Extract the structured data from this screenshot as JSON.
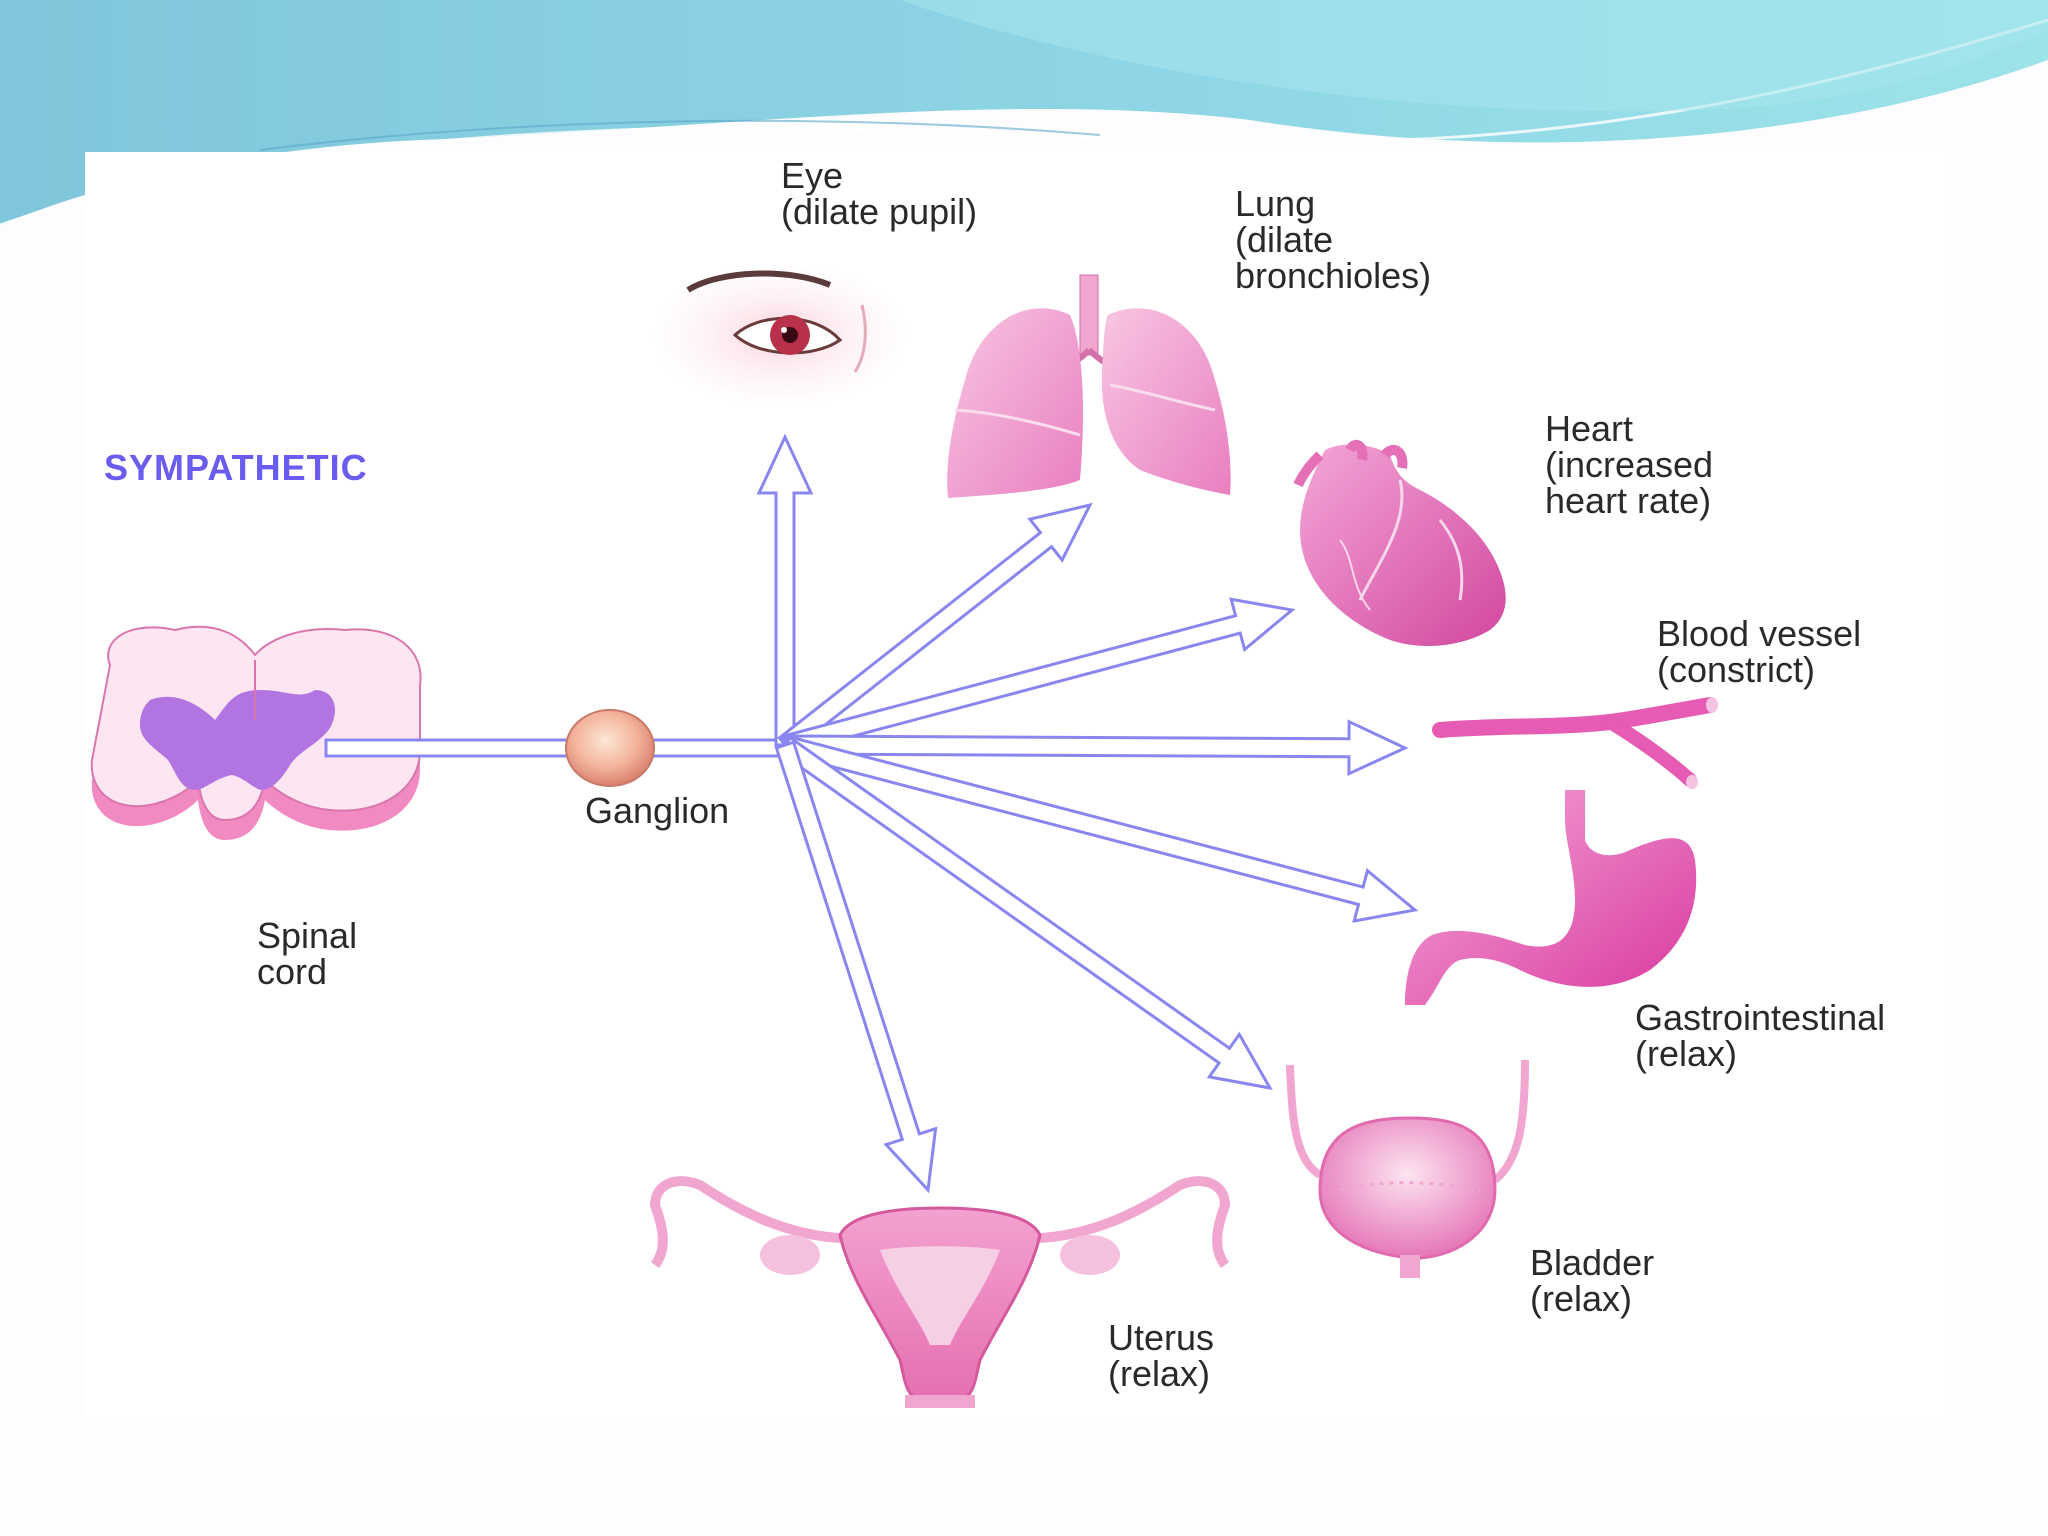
{
  "diagram": {
    "title": "SYMPATHETIC",
    "source": {
      "spinal_cord": [
        "Spinal",
        "cord"
      ],
      "ganglion": "Ganglion"
    },
    "targets": [
      {
        "id": "eye",
        "lines": [
          "Eye",
          "(dilate pupil)"
        ]
      },
      {
        "id": "lung",
        "lines": [
          "Lung",
          "(dilate",
          "bronchioles)"
        ]
      },
      {
        "id": "heart",
        "lines": [
          "Heart",
          "(increased",
          "heart rate)"
        ]
      },
      {
        "id": "blood-vessel",
        "lines": [
          "Blood vessel",
          "(constrict)"
        ]
      },
      {
        "id": "gastrointestinal",
        "lines": [
          "Gastrointestinal",
          "(relax)"
        ]
      },
      {
        "id": "bladder",
        "lines": [
          "Bladder",
          "(relax)"
        ]
      },
      {
        "id": "uterus",
        "lines": [
          "Uterus",
          "(relax)"
        ]
      }
    ]
  },
  "colors": {
    "header_wave": "#7ccfe2",
    "arrow_stroke": "#8a86f0",
    "organ_pink": "#e95bb5",
    "title": "#6a5cf0"
  }
}
